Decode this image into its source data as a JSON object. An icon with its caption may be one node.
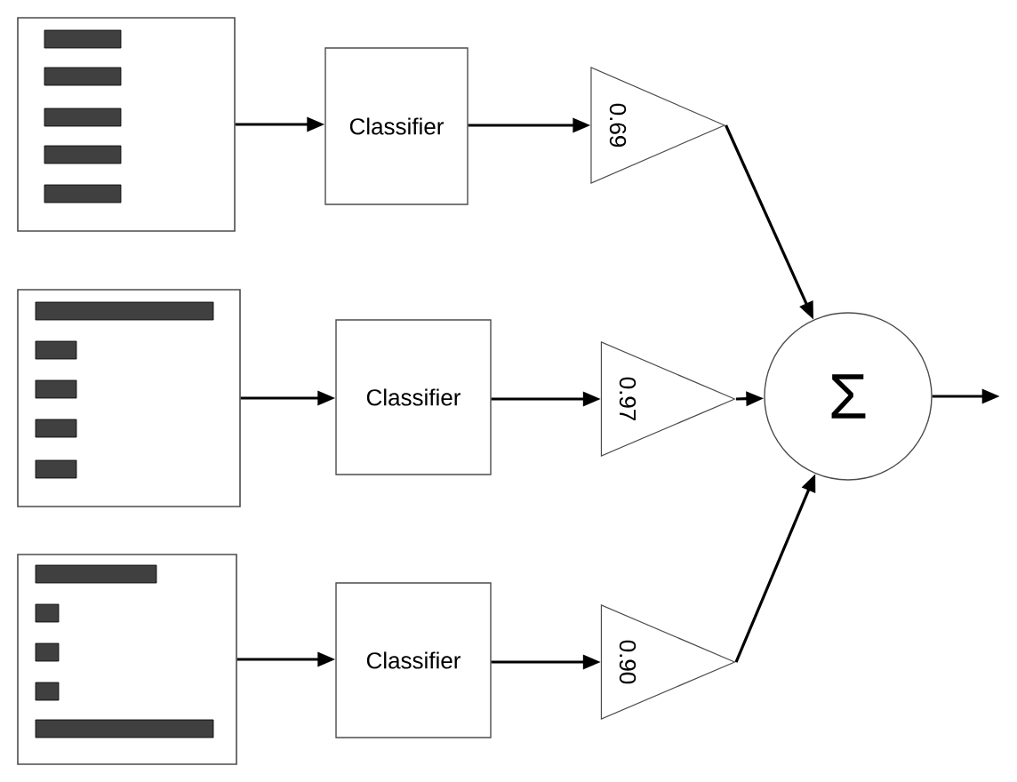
{
  "diagram": {
    "nodes": [
      {
        "text": [],
        "shape": "box"
      },
      {
        "text": [],
        "shape": "box"
      },
      {
        "text": [],
        "shape": "box"
      },
      {
        "text": [
          "Classifier"
        ]
      },
      {
        "text": [
          "Classifier"
        ]
      },
      {
        "text": [
          "Classifier"
        ]
      },
      {
        "text": [
          "0.69"
        ]
      },
      {
        "text": [
          "0.97"
        ]
      },
      {
        "text": [
          "0.90"
        ]
      },
      {
        "text": [
          "Σ"
        ]
      }
    ],
    "edges": [
      {
        "from": 0,
        "to": 3,
        "arrow": "to"
      },
      {
        "from": 3,
        "to": 6,
        "arrow": "to"
      },
      {
        "from": 6,
        "to": 9,
        "arrow": "to"
      },
      {
        "from": 1,
        "to": 4,
        "arrow": "to"
      },
      {
        "from": 4,
        "to": 7,
        "arrow": "to"
      },
      {
        "from": 7,
        "to": 9,
        "arrow": "to"
      },
      {
        "from": 2,
        "to": 5,
        "arrow": "to"
      },
      {
        "from": 5,
        "to": 8,
        "arrow": "to"
      },
      {
        "from": 8,
        "to": 9,
        "arrow": "to"
      },
      {
        "from": 9,
        "to": null,
        "arrow": "to"
      }
    ]
  }
}
